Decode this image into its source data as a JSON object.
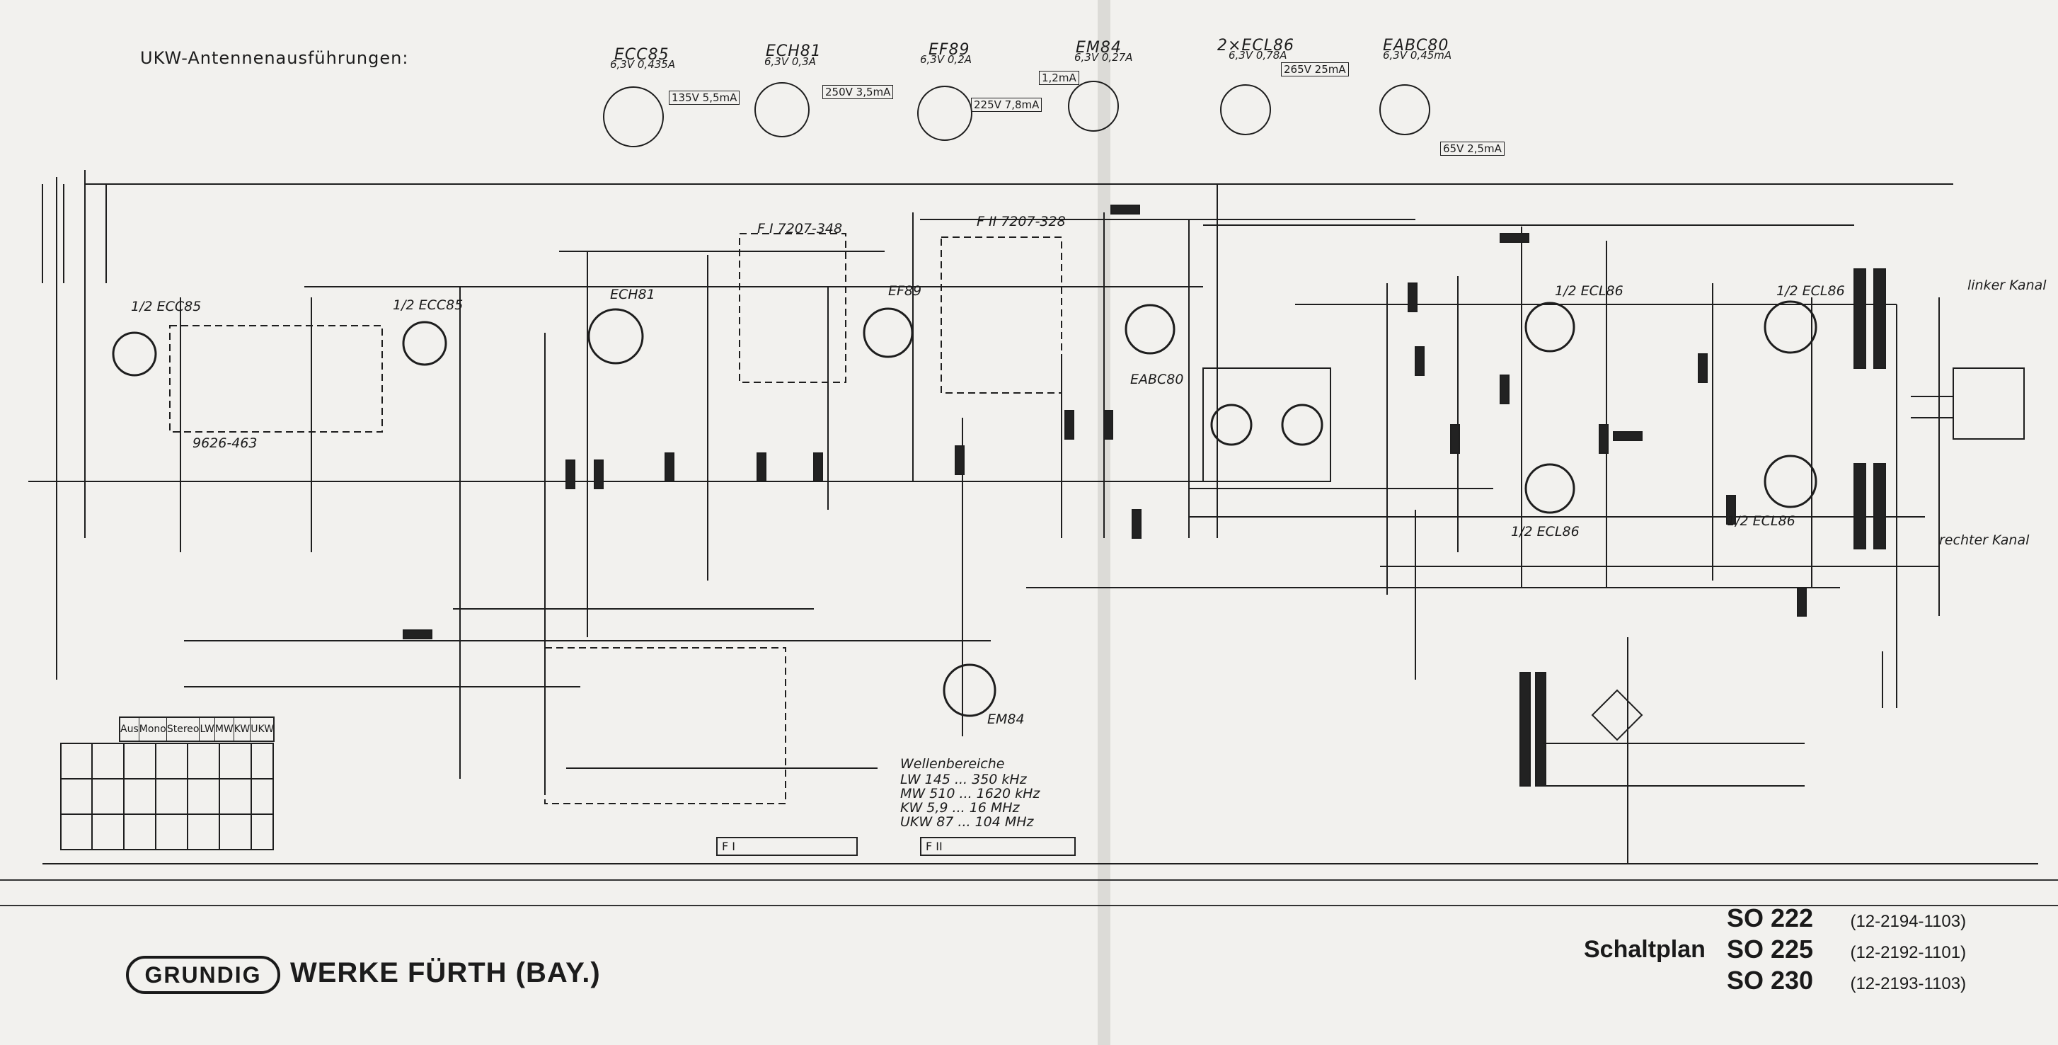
{
  "header": {
    "ukw_title": "UKW-Antennenausführungen:"
  },
  "tubes": [
    {
      "name": "ECC85",
      "spec": "6,3V 0,435A",
      "rating": "135V 5,5mA"
    },
    {
      "name": "ECH81",
      "spec": "6,3V 0,3A",
      "rating": "250V 3,5mA"
    },
    {
      "name": "EF89",
      "spec": "6,3V 0,2A",
      "rating": "225V 7,8mA"
    },
    {
      "name": "EM84",
      "spec": "6,3V 0,27A",
      "rating": "1,2mA"
    },
    {
      "name": "2×ECL86",
      "spec": "6,3V 0,78A",
      "rating": "265V 25mA"
    },
    {
      "name": "EABC80",
      "spec": "6,3V 0,45mA",
      "rating": "65V 2,5mA"
    }
  ],
  "labels": {
    "ecc85_left": "1/2 ECC85",
    "ecc85_mid": "1/2 ECC85",
    "ech81": "ECH81",
    "ef89": "EF89",
    "em84": "EM84",
    "eabc80": "EABC80",
    "ecl86_a": "1/2 ECL86",
    "ecl86_b": "1/2 ECL86",
    "ecl86_c": "1/2 ECL86",
    "ecl86_d": "1/2 ECL86",
    "fi_1": "F I  7207-348",
    "fi_2": "F II  7207-328",
    "left_channel": "linker Kanal",
    "right_channel": "rechter Kanal",
    "wellenbereiche": "Wellenbereiche",
    "lw": "LW  145 ... 350 kHz",
    "mw": "MW  510 ... 1620 kHz",
    "kw": "KW  5,9 ... 16 MHz",
    "ukw": "UKW 87 ... 104 MHz",
    "coil_pair": "9626-463"
  },
  "switch_table": [
    "Aus",
    "Mono",
    "Stereo",
    "LW",
    "MW",
    "KW",
    "UKW"
  ],
  "footer": {
    "logo": "GRUNDIG",
    "company": "WERKE FÜRTH (BAY.)",
    "plan_word": "Schaltplan",
    "models": [
      {
        "model": "SO 222",
        "code": "(12-2194-1103)"
      },
      {
        "model": "SO 225",
        "code": "(12-2192-1101)"
      },
      {
        "model": "SO 230",
        "code": "(12-2193-1103)"
      }
    ]
  },
  "bands_box": {
    "f1": "F I",
    "f2": "F II"
  }
}
